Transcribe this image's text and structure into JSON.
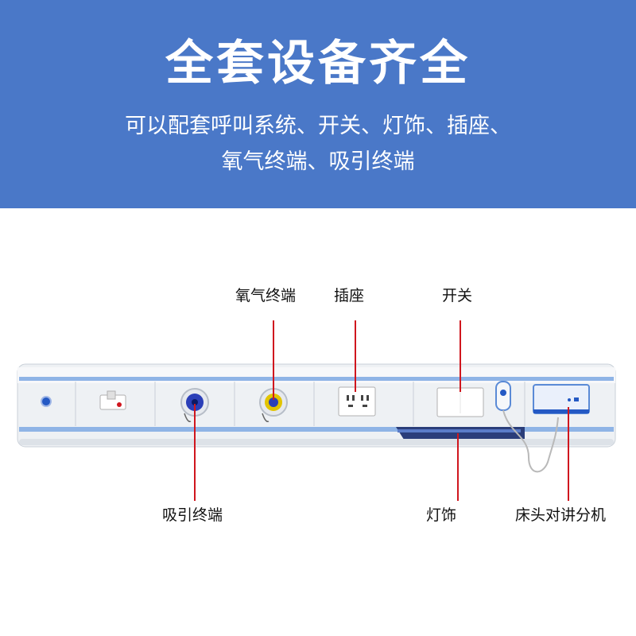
{
  "banner": {
    "title": "全套设备齐全",
    "subtitle_line1": "可以配套呼叫系统、开关、灯饰、插座、",
    "subtitle_line2": "氧气终端、吸引终端"
  },
  "labels": {
    "oxygen_terminal": "氧气终端",
    "socket": "插座",
    "switch": "开关",
    "suction_terminal": "吸引终端",
    "lighting": "灯饰",
    "bedside_intercom": "床头对讲分机"
  },
  "colors": {
    "banner": "#4a78c8",
    "pointer": "#d0161e",
    "panel_stripe": "#8fb4e6",
    "oxygen_ring": "#e2c400",
    "suction_ring": "#2b3fb8"
  }
}
